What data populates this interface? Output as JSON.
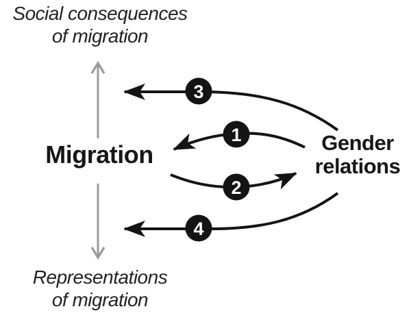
{
  "diagram": {
    "top_axis_label": {
      "line1": "Social consequences",
      "line2": "of migration"
    },
    "bottom_axis_label": {
      "line1": "Representations",
      "line2": "of migration"
    },
    "node_migration": "Migration",
    "node_gender": {
      "line1": "Gender",
      "line2": "relations"
    },
    "arrow_badges": [
      {
        "number": "1"
      },
      {
        "number": "2"
      },
      {
        "number": "3"
      },
      {
        "number": "4"
      }
    ],
    "colors": {
      "arrow": "#141414",
      "axis_line": "#9a9a9a",
      "badge_fill": "#141414",
      "badge_number": "#ffffff",
      "background": "#ffffff",
      "text": "#222222"
    }
  }
}
